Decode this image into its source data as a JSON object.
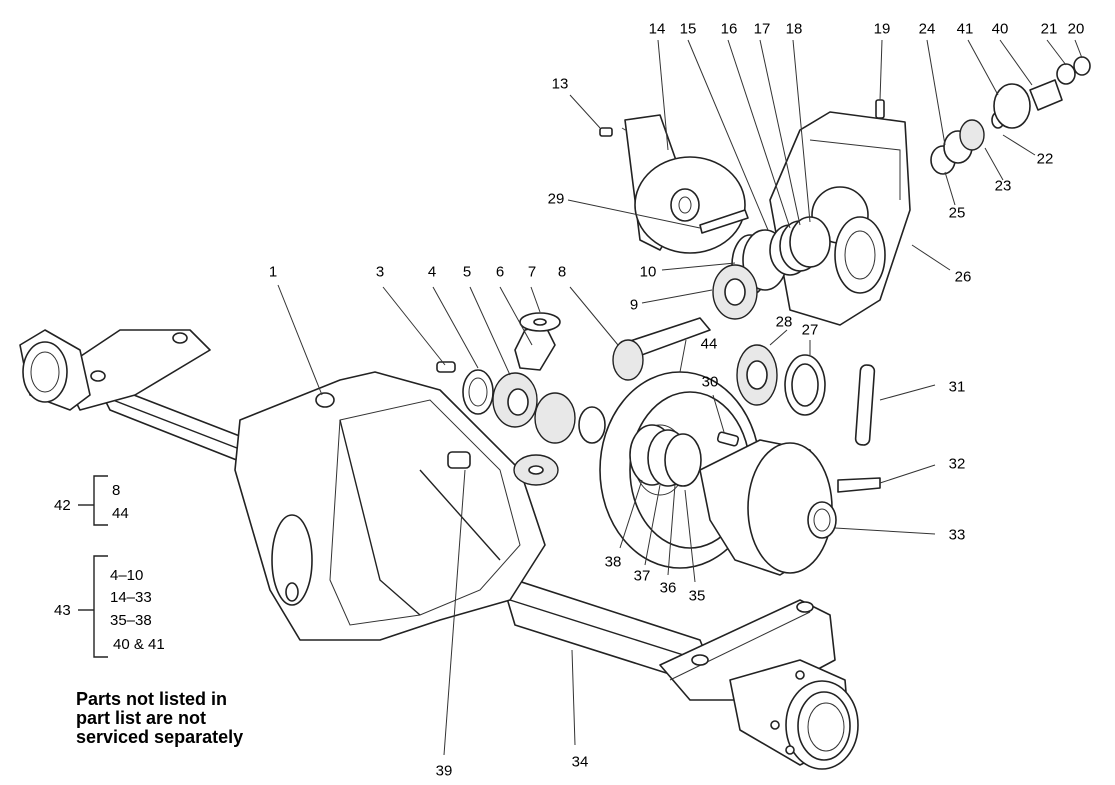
{
  "callouts": [
    {
      "id": "1",
      "text": "1"
    },
    {
      "id": "3",
      "text": "3"
    },
    {
      "id": "4",
      "text": "4"
    },
    {
      "id": "5",
      "text": "5"
    },
    {
      "id": "6",
      "text": "6"
    },
    {
      "id": "7",
      "text": "7"
    },
    {
      "id": "8",
      "text": "8"
    },
    {
      "id": "9",
      "text": "9"
    },
    {
      "id": "10",
      "text": "10"
    },
    {
      "id": "13",
      "text": "13"
    },
    {
      "id": "14",
      "text": "14"
    },
    {
      "id": "15",
      "text": "15"
    },
    {
      "id": "16",
      "text": "16"
    },
    {
      "id": "17",
      "text": "17"
    },
    {
      "id": "18",
      "text": "18"
    },
    {
      "id": "19",
      "text": "19"
    },
    {
      "id": "20",
      "text": "20"
    },
    {
      "id": "21",
      "text": "21"
    },
    {
      "id": "22",
      "text": "22"
    },
    {
      "id": "23",
      "text": "23"
    },
    {
      "id": "24",
      "text": "24"
    },
    {
      "id": "25",
      "text": "25"
    },
    {
      "id": "26",
      "text": "26"
    },
    {
      "id": "27",
      "text": "27"
    },
    {
      "id": "28",
      "text": "28"
    },
    {
      "id": "29",
      "text": "29"
    },
    {
      "id": "30",
      "text": "30"
    },
    {
      "id": "31",
      "text": "31"
    },
    {
      "id": "32",
      "text": "32"
    },
    {
      "id": "33",
      "text": "33"
    },
    {
      "id": "34",
      "text": "34"
    },
    {
      "id": "35",
      "text": "35"
    },
    {
      "id": "36",
      "text": "36"
    },
    {
      "id": "37",
      "text": "37"
    },
    {
      "id": "38",
      "text": "38"
    },
    {
      "id": "39",
      "text": "39"
    },
    {
      "id": "40",
      "text": "40"
    },
    {
      "id": "41",
      "text": "41"
    },
    {
      "id": "44",
      "text": "44"
    }
  ],
  "groups": {
    "g42": {
      "label": "42",
      "items": [
        "8",
        "44"
      ]
    },
    "g43": {
      "label": "43",
      "items": [
        "4–10",
        "14–33",
        "35–38",
        "40 & 41"
      ]
    }
  },
  "note": {
    "line1": "Parts not listed in",
    "line2": "part list are not",
    "line3": "serviced separately"
  }
}
